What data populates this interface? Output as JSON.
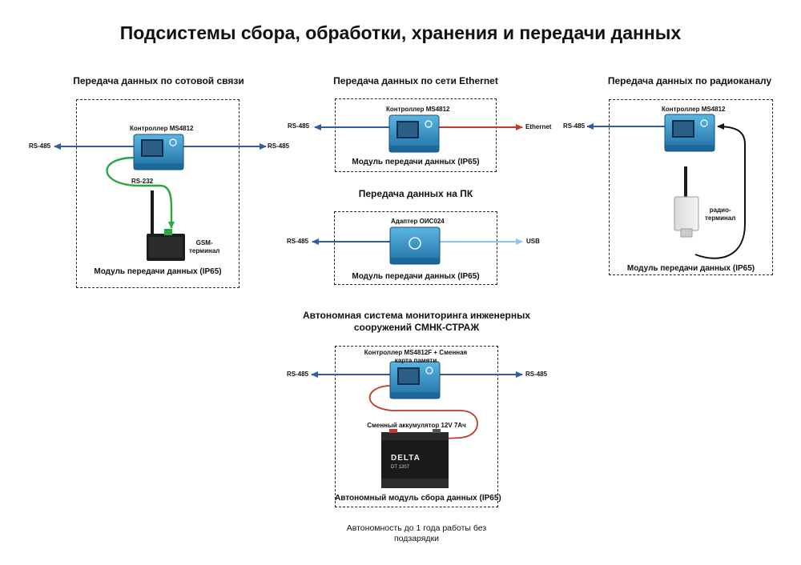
{
  "page": {
    "title": "Подсистемы сбора, обработки, хранения и передачи данных"
  },
  "colors": {
    "blue": "#2f5d9e",
    "red": "#c0392b",
    "green": "#27a844",
    "light_blue": "#8ec8e8",
    "device_body": "#2a8fc4",
    "device_screen": "#0f2f4f",
    "black": "#111111"
  },
  "cellular": {
    "heading": "Передача данных по сотовой связи",
    "controller": "Контроллер MS4812",
    "left_port": "RS-485",
    "right_port": "RS-485",
    "serial_link": "RS-232",
    "terminal": "GSM-\nтерминал",
    "module": "Модуль передачи данных (IP65)"
  },
  "ethernet": {
    "heading": "Передача данных по сети Ethernet",
    "controller": "Контроллер MS4812",
    "left_port": "RS-485",
    "right_port": "Ethernet",
    "module": "Модуль передачи данных (IP65)"
  },
  "pc": {
    "heading": "Передача данных на ПК",
    "adapter": "Адаптер ОИС024",
    "left_port": "RS-485",
    "right_port": "USB",
    "module": "Модуль передачи данных (IP65)"
  },
  "radio": {
    "heading": "Передача данных по радиоканалу",
    "controller": "Контроллер MS4812",
    "left_port": "RS-485",
    "terminal": "радио-\nтерминал",
    "module": "Модуль передачи данных (IP65)"
  },
  "autonomous": {
    "heading": "Автономная система мониторинга инженерных\nсооружений СМНК-СТРАЖ",
    "controller": "Контроллер MS4812F + Сменная\nкарта памяти",
    "left_port": "RS-485",
    "right_port": "RS-485",
    "battery_label": "Сменный аккумулятор 12V 7Ач",
    "battery_brand": "DELTA",
    "battery_model": "DT 1207",
    "module": "Автономный модуль сбора данных (IP65)",
    "note": "Автономность до 1 года работы без\nподзарядки"
  }
}
